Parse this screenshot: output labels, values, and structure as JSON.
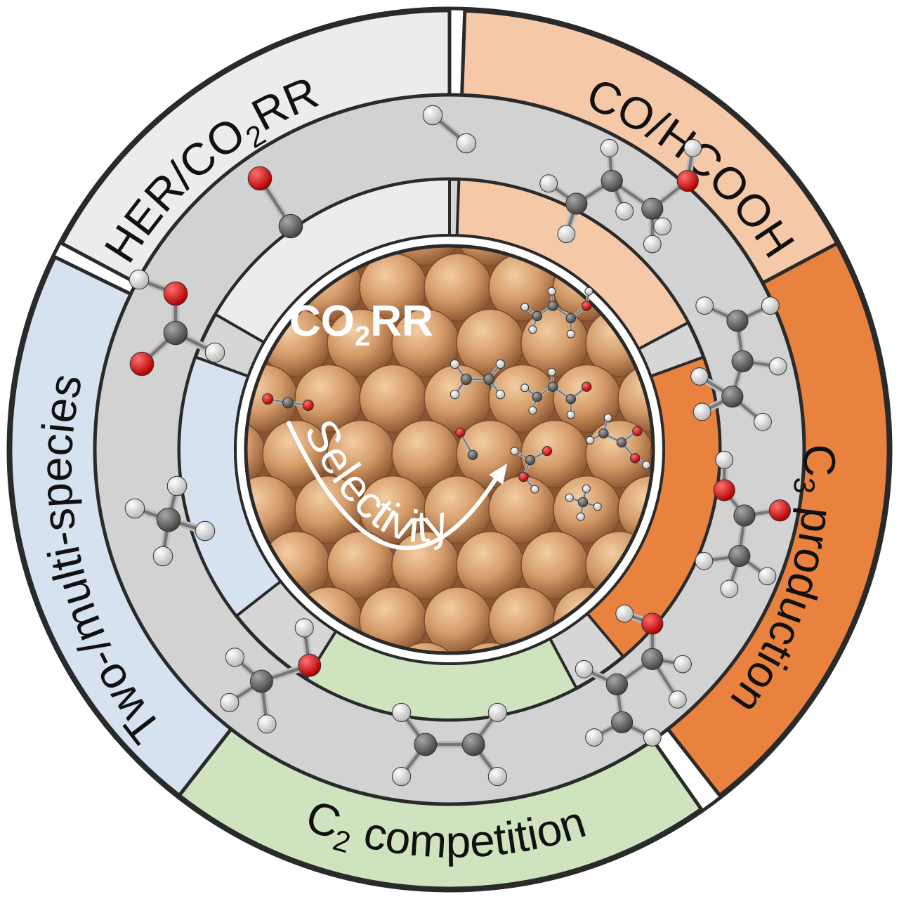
{
  "diagram": {
    "center": {
      "title_prefix": "CO",
      "title_sub": "2",
      "title_suffix": "RR",
      "selectivity_text": "Selectivity",
      "surface_color": "#c98a5a",
      "surface_highlight": "#f0c79d"
    },
    "sectors": [
      {
        "id": "her",
        "parts": [
          [
            "HER/CO",
            false
          ],
          [
            "2",
            true
          ],
          [
            "RR",
            false
          ]
        ],
        "color": "#ececec"
      },
      {
        "id": "co",
        "parts": [
          [
            "CO/HCOOH",
            false
          ]
        ],
        "color": "#f5c8a8"
      },
      {
        "id": "c3",
        "parts": [
          [
            "C",
            false
          ],
          [
            "3",
            true
          ],
          [
            " production",
            false
          ]
        ],
        "color": "#e8823e"
      },
      {
        "id": "c2",
        "parts": [
          [
            "C",
            false
          ],
          [
            "2",
            true
          ],
          [
            " competition",
            false
          ]
        ],
        "color": "#cfe3bf"
      },
      {
        "id": "multi",
        "parts": [
          [
            "Two-/multi-species",
            false
          ]
        ],
        "color": "#d6e2f0"
      }
    ],
    "colors": {
      "outline": "#2a2a2a",
      "gray_ring": "#d2d2d2",
      "carbon": "#666666",
      "oxygen": "#e01818",
      "hydrogen": "#f4f4f4"
    }
  }
}
